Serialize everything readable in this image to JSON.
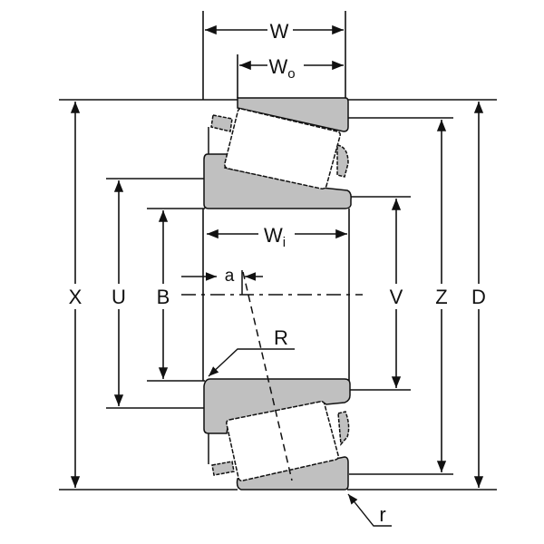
{
  "title": "Tapered roller bearing dimensions",
  "labels": {
    "W": "W",
    "Wo": "W",
    "Wo_sub": "o",
    "Wi": "W",
    "Wi_sub": "i",
    "X": "X",
    "U": "U",
    "B": "B",
    "a": "a",
    "V": "V",
    "Z": "Z",
    "D": "D",
    "R": "R",
    "r": "r"
  },
  "colors": {
    "ring_fill": "#c0c0c0",
    "line": "#111111"
  }
}
